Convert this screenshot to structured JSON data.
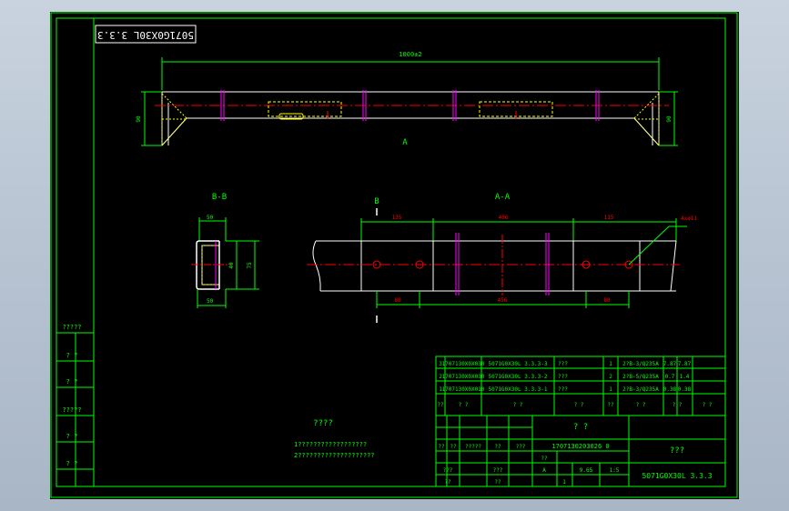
{
  "drawing": {
    "stamp_code": "5071G0X30L 3.3.3",
    "views": {
      "main_label": "A",
      "section_label": "B-B",
      "cut_label": "B",
      "detail_label": "A-A"
    },
    "dimensions": {
      "overall_length": "1000±2",
      "height_left": "90",
      "height_right": "90",
      "bb_top_width": "50",
      "bb_bottom_width": "50",
      "bb_height_inner": "40",
      "bb_height_outer": "75",
      "aa_top_left": "135",
      "aa_top_mid": "406",
      "aa_top_right": "115",
      "aa_bottom_left": "80",
      "aa_bottom_mid": "456",
      "aa_bottom_right": "80",
      "hole_callout": "4xø11"
    },
    "notes": {
      "title": "????",
      "line1": "1??????????????????",
      "line2": "2????????????????????"
    },
    "side_labels": [
      "?????",
      "? ?",
      "? ?",
      "?????",
      "? ?",
      "? ?"
    ],
    "bom": {
      "rows": [
        {
          "idx": "3",
          "code": "1707130X0X030",
          "drawing": "5071G0X30L 3.3.3-3",
          "name": "???",
          "qty": "1",
          "material": "2?B-3/Q235A",
          "unit": "7.87",
          "total": "7.87"
        },
        {
          "idx": "2",
          "code": "1707130X0X030",
          "drawing": "5071G0X30L 3.3.3-2",
          "name": "???",
          "qty": "2",
          "material": "2?B-5/Q235A",
          "unit": "0.7",
          "total": "1.4"
        },
        {
          "idx": "1",
          "code": "1707130X0X010",
          "drawing": "5071G0X30L 3.3.3-1",
          "name": "???",
          "qty": "1",
          "material": "2?B-3/Q235A",
          "unit": "0.38",
          "total": "0.38"
        }
      ],
      "header": {
        "idx": "??",
        "code": "? ?",
        "drawing": "? ?",
        "name": "? ?",
        "qty": "??",
        "material": "? ?",
        "unit": "? ?",
        "total": "? ?"
      }
    },
    "title_block": {
      "part_name": "? ?",
      "part_code": "1707130203026 0",
      "title_right": "???",
      "drawing_no": "5071G0X30L 3.3.3",
      "scale": "1:5",
      "stage": "A",
      "sheet": "1",
      "mass": "9.65",
      "small_cells": [
        "??",
        "??",
        "?????",
        "??",
        "???",
        "???",
        "??",
        "???",
        "??",
        "??"
      ]
    }
  },
  "colors": {
    "frame": "#00ff00",
    "outline": "#ffffff",
    "dimension": "#00ff00",
    "centerline": "#ff0000",
    "hidden": "#ffff00",
    "weld": "#ff00ff",
    "text_cyan": "#00ffff"
  }
}
